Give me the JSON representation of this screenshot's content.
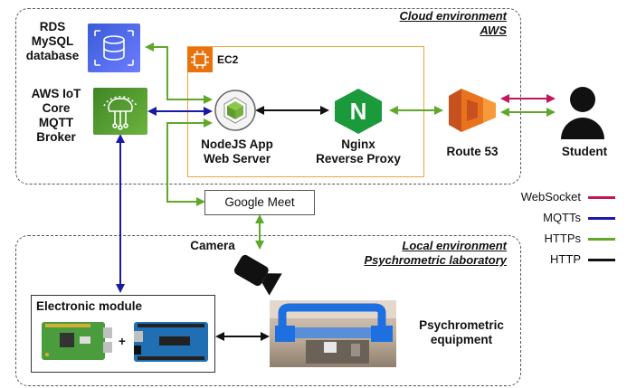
{
  "cloud": {
    "title_line1": "Cloud environment",
    "title_line2": "AWS"
  },
  "local": {
    "title_line1": "Local environment",
    "title_line2": "Psychrometric laboratory"
  },
  "ec2": {
    "label": "EC2"
  },
  "nodes": {
    "rds": {
      "line1": "RDS",
      "line2": "MySQL",
      "line3": "database"
    },
    "iot": {
      "line1": "AWS IoT",
      "line2": "Core",
      "line3": "MQTT",
      "line4": "Broker"
    },
    "nodejs": {
      "line1": "NodeJS App",
      "line2": "Web Server"
    },
    "nginx": {
      "line1": "Nginx",
      "line2": "Reverse Proxy",
      "glyph": "N"
    },
    "route53": {
      "label": "Route 53"
    },
    "student": {
      "label": "Student"
    },
    "google_meet": {
      "label": "Google Meet"
    },
    "camera": {
      "label": "Camera"
    },
    "electronic": {
      "label": "Electronic module",
      "plus": "+"
    },
    "psychro": {
      "line1": "Psychrometric",
      "line2": "equipment"
    }
  },
  "legend": [
    {
      "label": "WebSocket",
      "color": "#c2185b"
    },
    {
      "label": "MQTTs",
      "color": "#1a1aa6"
    },
    {
      "label": "HTTPs",
      "color": "#5fa82a"
    },
    {
      "label": "HTTP",
      "color": "#111111"
    }
  ],
  "colors": {
    "ec2_border": "#f2a23a",
    "https": "#5fa82a",
    "mqtts": "#1a1aa6",
    "websocket": "#c2185b",
    "http": "#111111"
  }
}
